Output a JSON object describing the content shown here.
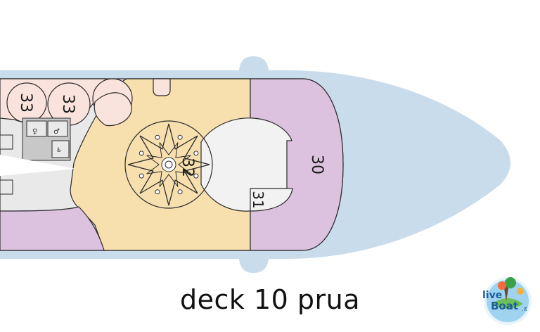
{
  "title": "deck 10 prua",
  "zones": {
    "z30": "30",
    "z31": "31",
    "z32": "32",
    "z33a": "33",
    "z33b": "33"
  },
  "logo": {
    "line1": "live",
    "line2": "Boat",
    "suffix": ".it"
  },
  "colors": {
    "hull": "#c9dcec",
    "deck_floor": "#e9e9e9",
    "pool_area": "#f7dfae",
    "bow_area": "#dcc2df",
    "cabins": "#fbe3dd",
    "service": "#c8c8c8",
    "outline": "#2b2b2b"
  }
}
